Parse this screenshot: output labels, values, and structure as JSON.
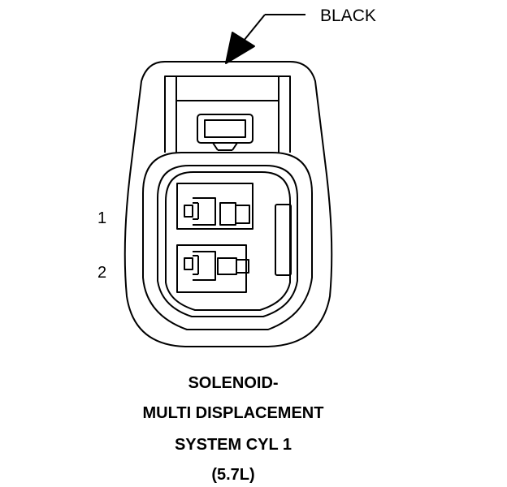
{
  "callout": {
    "color_label": "BLACK"
  },
  "pins": [
    {
      "label": "1"
    },
    {
      "label": "2"
    }
  ],
  "caption": {
    "line1": "SOLENOID-",
    "line2": "MULTI DISPLACEMENT",
    "line3": "SYSTEM CYL 1",
    "line4": "(5.7L)"
  },
  "colors": {
    "line": "#000000",
    "background": "#ffffff"
  }
}
